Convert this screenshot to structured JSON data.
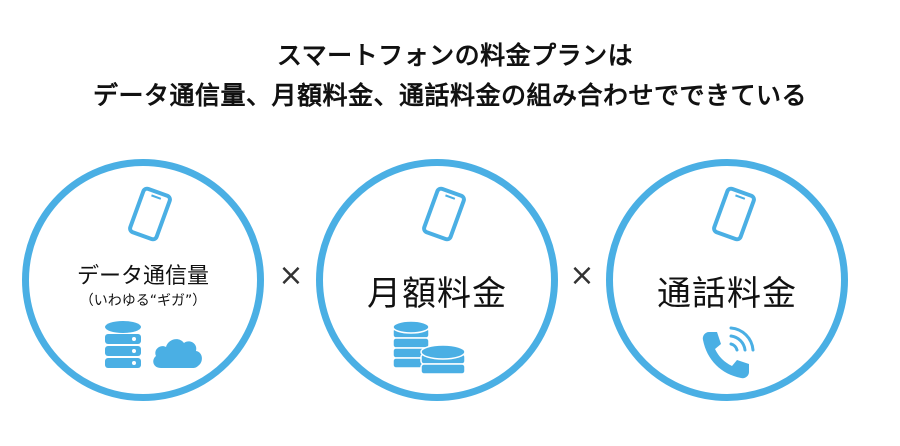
{
  "heading": {
    "line1": "スマートフォンの料金プランは",
    "line2": "データ通信量、月額料金、通話料金の組み合わせでできている"
  },
  "circles": [
    {
      "label": "データ通信量",
      "sublabel": "（いわゆる“ギガ”）",
      "icons": [
        "smartphone-icon",
        "database-icon",
        "cloud-icon"
      ]
    },
    {
      "label": "月額料金",
      "icons": [
        "smartphone-icon",
        "coins-icon"
      ]
    },
    {
      "label": "通話料金",
      "icons": [
        "smartphone-icon",
        "phone-call-icon"
      ]
    }
  ],
  "operator": "×",
  "colors": {
    "accent": "#4aafe4",
    "text": "#111111"
  }
}
